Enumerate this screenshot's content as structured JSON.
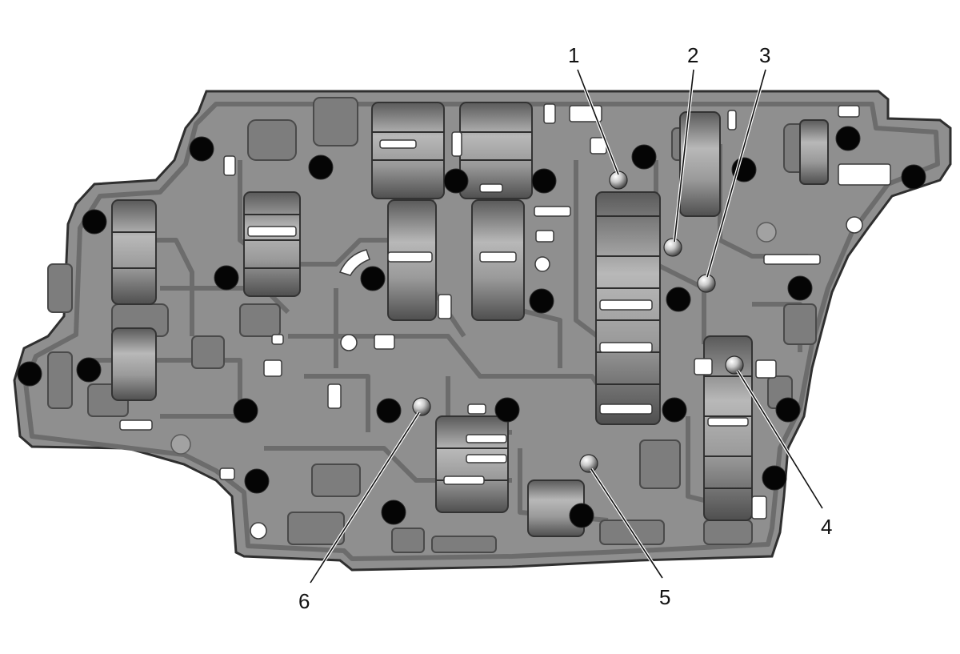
{
  "figure": {
    "subject": "valve-body-check-ball-locations",
    "colors": {
      "body": "#8e8e8e",
      "body_edge": "#3a3a3a",
      "channel": "#7a7a7a",
      "bolt_hole": "#050505",
      "slot": "#ffffff",
      "check_ball": "#c8c8c8"
    }
  },
  "callouts": [
    {
      "label": "1"
    },
    {
      "label": "2"
    },
    {
      "label": "3"
    },
    {
      "label": "4"
    },
    {
      "label": "5"
    },
    {
      "label": "6"
    }
  ]
}
